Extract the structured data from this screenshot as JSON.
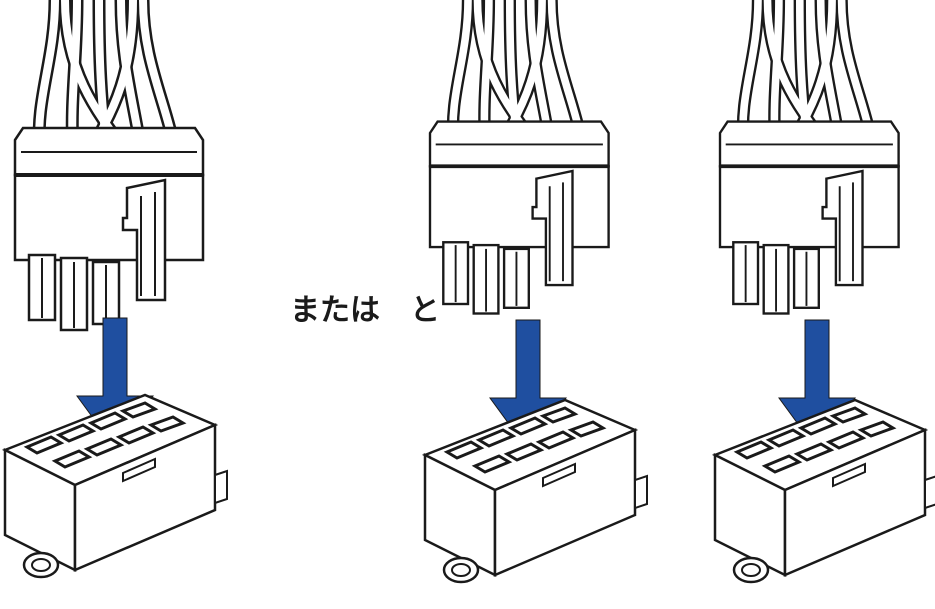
{
  "labels": {
    "or": "または",
    "and": "と"
  },
  "colors": {
    "arrow": "#1f4fa0",
    "outline": "#1a1a1a",
    "fill": "#ffffff"
  },
  "diagram": {
    "connectors": [
      {
        "name": "8-pin-cable-connector",
        "pins": 8
      },
      {
        "name": "6-pin-cable-connector-a",
        "pins": 6
      },
      {
        "name": "6-pin-cable-connector-b",
        "pins": 6
      }
    ],
    "sockets": [
      {
        "name": "8-pin-socket",
        "pins": 8
      },
      {
        "name": "8-pin-socket-a",
        "pins": 8
      },
      {
        "name": "8-pin-socket-b",
        "pins": 8
      }
    ]
  }
}
